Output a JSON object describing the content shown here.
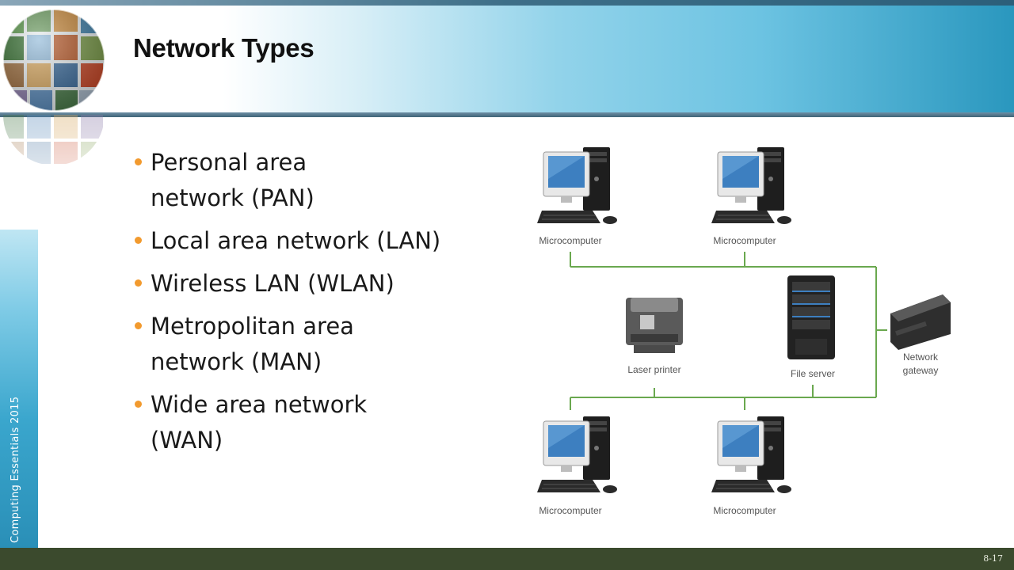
{
  "slide": {
    "title": "Network Types",
    "sidebar_text": "Computing  Essentials 2015",
    "slide_number": "8-17"
  },
  "bullets": [
    {
      "line1": "Personal area",
      "line2": "network (PAN)"
    },
    {
      "line1": "Local area network (LAN)",
      "line2": ""
    },
    {
      "line1": "Wireless LAN (WLAN)",
      "line2": ""
    },
    {
      "line1": "Metropolitan area",
      "line2": "network (MAN)"
    },
    {
      "line1": "Wide area network",
      "line2": "(WAN)"
    }
  ],
  "diagram": {
    "labels": {
      "microcomputer": "Microcomputer",
      "laser_printer": "Laser printer",
      "file_server": "File server",
      "network_gateway_1": "Network",
      "network_gateway_2": "gateway"
    },
    "line_color": "#6aa84f"
  },
  "colors": {
    "bullet": "#f29a2e",
    "footer": "#3b4a2d",
    "accent_blue": "#2a97be"
  }
}
